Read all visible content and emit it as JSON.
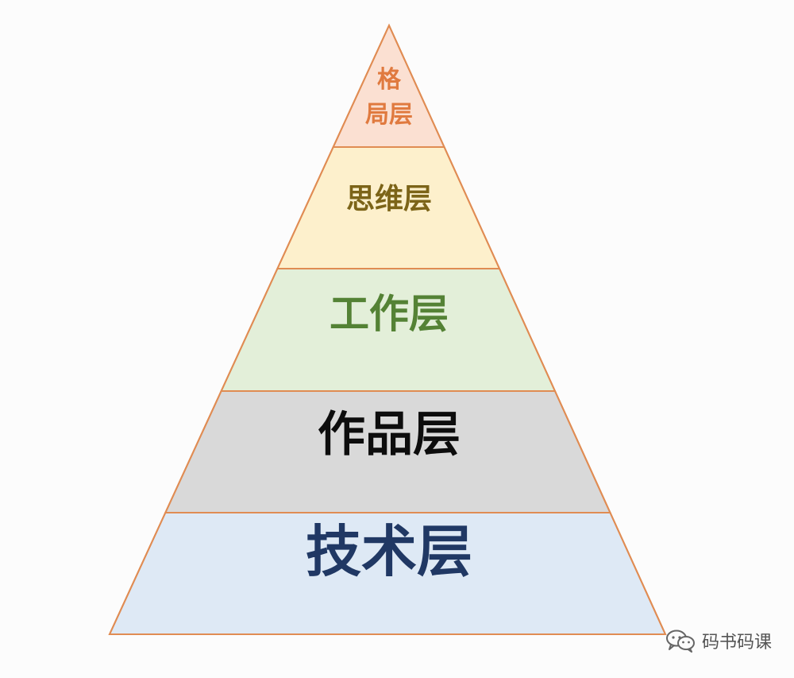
{
  "pyramid": {
    "layers": [
      {
        "lines": [
          "格",
          "局层"
        ],
        "fill": "#fbe0d2",
        "text_color": "#e07a3f"
      },
      {
        "lines": [
          "思维层"
        ],
        "fill": "#fdf0cc",
        "text_color": "#7c6418"
      },
      {
        "lines": [
          "工作层"
        ],
        "fill": "#e3efd9",
        "text_color": "#548235"
      },
      {
        "lines": [
          "作品层"
        ],
        "fill": "#d9d9d9",
        "text_color": "#0d0d0d"
      },
      {
        "lines": [
          "技术层"
        ],
        "fill": "#dee9f5",
        "text_color": "#203864"
      }
    ],
    "outline_color": "#e08c53"
  },
  "watermark": {
    "icon": "wechat-icon",
    "text": "码书码课"
  }
}
